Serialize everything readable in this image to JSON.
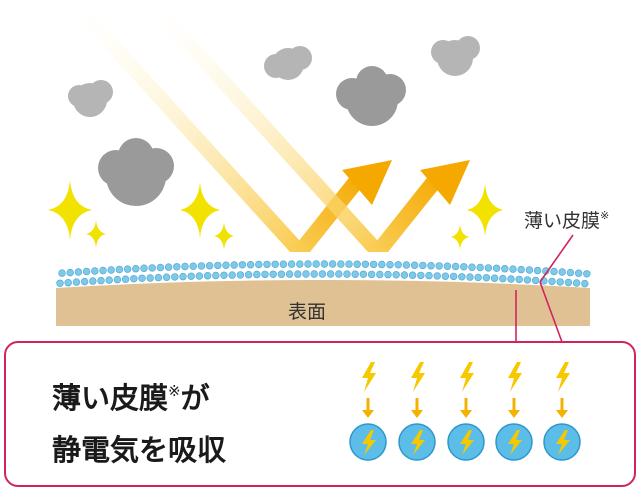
{
  "labels": {
    "film": "薄い皮膜",
    "film_note": "※",
    "surface": "表面"
  },
  "callout": {
    "line1_main": "薄い皮膜",
    "line1_note": "※",
    "line1_tail": "が",
    "line2": "静電気を吸収"
  },
  "colors": {
    "callout_border": "#d1245f",
    "surface_fill": "#dfc193",
    "film_particle": "#7ec8e8",
    "lightning": "#f5c800",
    "light_beam": "#f7b500",
    "dust": "#aaaaaa",
    "sparkle": "#f4e300"
  },
  "icons": {
    "dust": "dust-cloud-icon",
    "sparkle": "sparkle-icon",
    "beam": "reflected-light-arrow-icon",
    "static": "lightning-bolt-icon",
    "absorber": "charged-particle-icon"
  }
}
